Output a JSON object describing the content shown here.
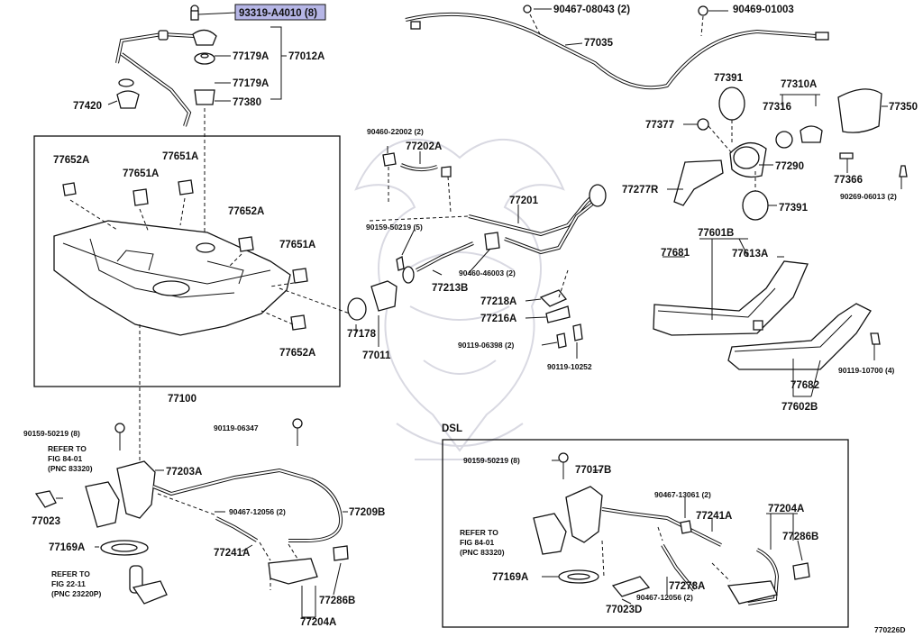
{
  "diagram": {
    "highlight_color": "#b6b6e6",
    "line_color": "#111111",
    "background": "#ffffff",
    "highlighted_part": "93319-A4010 (8)",
    "watermark": "samurai-mask-watermark",
    "figure_id": "770226D",
    "inset_title": "DSL",
    "labels": {
      "p93319": "93319-A4010 (8)",
      "p77179a_1": "77179A",
      "p77012a": "77012A",
      "p77179a_2": "77179A",
      "p77420": "77420",
      "p77380": "77380",
      "p77652a_1": "77652A",
      "p77651a_1": "77651A",
      "p77651a_2": "77651A",
      "p77652a_2": "77652A",
      "p77651a_3": "77651A",
      "p77652a_3": "77652A",
      "p77100": "77100",
      "p90467_08043": "90467-08043 (2)",
      "p90469_01003": "90469-01003",
      "p77035": "77035",
      "p90460_22002": "90460-22002 (2)",
      "p77202a": "77202A",
      "p77201": "77201",
      "p90159_50219_5": "90159-50219 (5)",
      "p90460_46003": "90460-46003 (2)",
      "p77213b": "77213B",
      "p77218a": "77218A",
      "p77216a": "77216A",
      "p77178": "77178",
      "p77011": "77011",
      "p90119_06398": "90119-06398 (2)",
      "p90119_10252": "90119-10252",
      "p77391_1": "77391",
      "p77310a": "77310A",
      "p77316": "77316",
      "p77350": "77350",
      "p77377": "77377",
      "p77290": "77290",
      "p77277r": "77277R",
      "p77366": "77366",
      "p90269_06013": "90269-06013 (2)",
      "p77391_2": "77391",
      "p77601b": "77601B",
      "p77681": "77681",
      "p77613a": "77613A",
      "p90119_10700": "90119-10700 (4)",
      "p77682": "77682",
      "p77602b": "77602B",
      "p90159_50219_8a": "90159-50219 (8)",
      "p90119_06347": "90119-06347",
      "p77203a": "77203A",
      "p77023": "77023",
      "p90467_12056_a": "90467-12056 (2)",
      "p77209b": "77209B",
      "p77241a_a": "77241A",
      "p77169a_a": "77169A",
      "p77286b_a": "77286B",
      "p77204a_a": "77204A",
      "p90159_50219_8b": "90159-50219 (8)",
      "p77017b": "77017B",
      "p90467_13061": "90467-13061 (2)",
      "p77241a_b": "77241A",
      "p77204a_b": "77204A",
      "p77286b_b": "77286B",
      "p77169a_b": "77169A",
      "p77278a": "77278A",
      "p77023d": "77023D",
      "p90467_12056_b": "90467-12056 (2)"
    },
    "references": {
      "ref1_line1": "REFER TO",
      "ref1_line2": "FIG 84-01",
      "ref1_line3": "(PNC 83320)",
      "ref2_line1": "REFER TO",
      "ref2_line2": "FIG 22-11",
      "ref2_line3": "(PNC 23220P)",
      "ref3_line1": "REFER TO",
      "ref3_line2": "FIG 84-01",
      "ref3_line3": "(PNC 83320)"
    }
  }
}
